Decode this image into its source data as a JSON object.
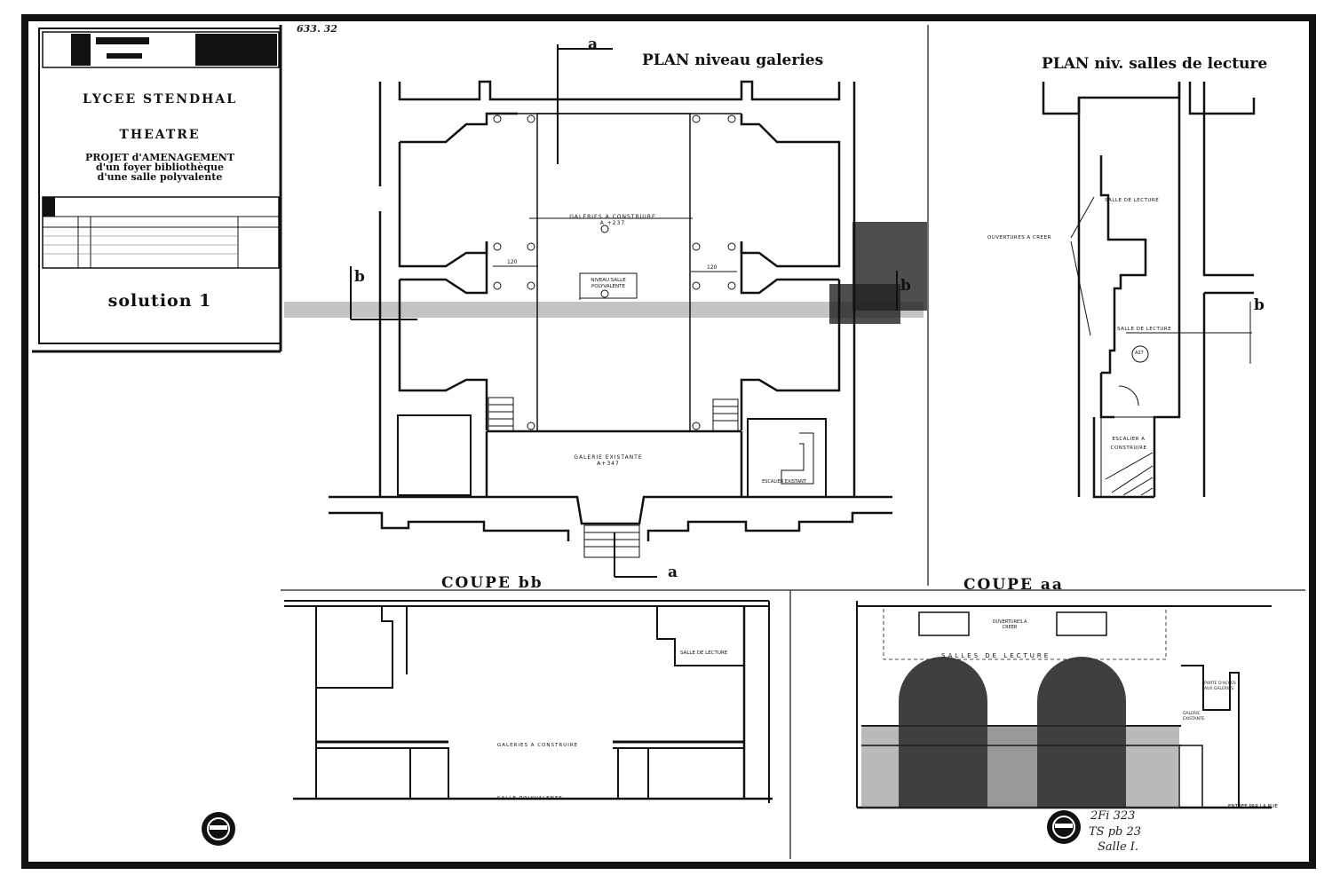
{
  "title_block": {
    "school": "LYCEE STENDHAL",
    "subject": "THEATRE",
    "project_line1": "PROJET d'AMENAGEMENT",
    "project_line2": "d'un foyer bibliothèque",
    "project_line3": "d'une salle polyvalente",
    "solution": "solution 1"
  },
  "top_mark": "633. 32",
  "plans": {
    "galleries_title": "PLAN niveau galeries",
    "reading_title": "PLAN niv. salles de lecture",
    "section_a": "a",
    "section_b": "b",
    "gal_construct": "GALERIES A CONSTRUIRE",
    "gal_construct_level": "A +237",
    "salle_level_1": "NIVEAU SALLE",
    "salle_level_2": "POLYVALENTE",
    "dim_left": "120",
    "dim_right": "120",
    "gal_existing": "GALERIE EXISTANTE",
    "gal_existing_level": "A+347",
    "escalier_existant": "ESCALIER EXISTANT",
    "salle_lecture": "SALLE DE LECTURE",
    "ouvertures": "OUVERTURES A CREER",
    "escalier_construire": "ESCALIER A CONSTRUIRE",
    "level_237": "A27"
  },
  "sections": {
    "bb_title": "COUPE bb",
    "aa_title": "COUPE aa",
    "bb_salle_lecture": "SALLE DE LECTURE",
    "bb_gal_construct": "GALERIES A CONSTRUIRE",
    "bb_salle_poly": "SALLE POLYVALENTE",
    "aa_salles_lecture": "SALLES DE LECTURE",
    "aa_ouvertures": "OUVERTURES A CREER",
    "aa_porte": "PORTE D'ACCES AUX GALERIES",
    "aa_gal_exist": "GALERIE EXISTANTE",
    "aa_entree": "ENTREE PAR LA RUE"
  },
  "archive_note": {
    "line1": "2Fi 323",
    "line2": "TS pb 23",
    "line3": "Salle I."
  },
  "colors": {
    "ink": "#111111",
    "paper": "#ffffff",
    "shade": "#2a2a2a"
  }
}
